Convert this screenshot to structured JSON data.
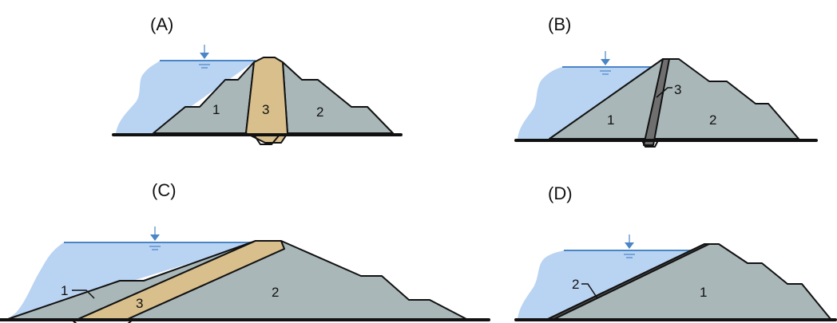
{
  "panels": [
    {
      "id": "A",
      "label": "(A)",
      "zones": [
        "1",
        "3",
        "2"
      ]
    },
    {
      "id": "B",
      "label": "(B)",
      "zones": [
        "1",
        "3",
        "2"
      ]
    },
    {
      "id": "C",
      "label": "(C)",
      "zones": [
        "1",
        "3",
        "2"
      ]
    },
    {
      "id": "D",
      "label": "(D)",
      "zones": [
        "2",
        "1"
      ]
    }
  ],
  "colors": {
    "water": "#b9d3f2",
    "water_line": "#4a86c6",
    "shell": "#a9b7b8",
    "core": "#d9bf8c",
    "thin_core": "#6f6f6f",
    "outline": "#111111"
  },
  "icons": [
    "water-level-marker-icon"
  ]
}
